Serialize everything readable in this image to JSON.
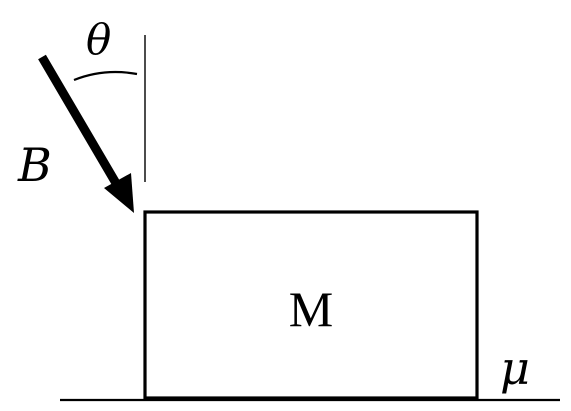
{
  "labels": {
    "angle": "θ",
    "force": "B",
    "block": "M",
    "friction": "μ"
  },
  "colors": {
    "ink": "#000000",
    "background": "#ffffff"
  }
}
